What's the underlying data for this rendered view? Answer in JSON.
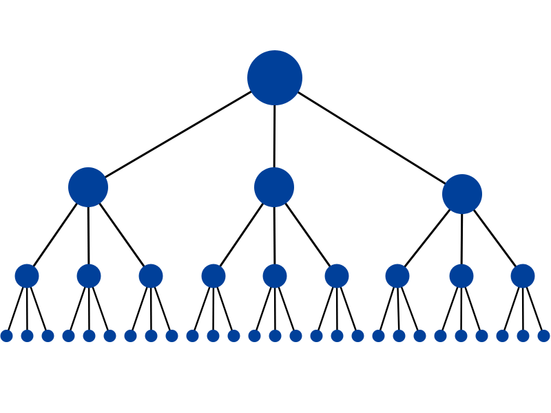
{
  "diagram": {
    "type": "tree",
    "levels": 4,
    "branching_factor": 3,
    "node_color": "#00409a",
    "edge_color": "#000000"
  }
}
